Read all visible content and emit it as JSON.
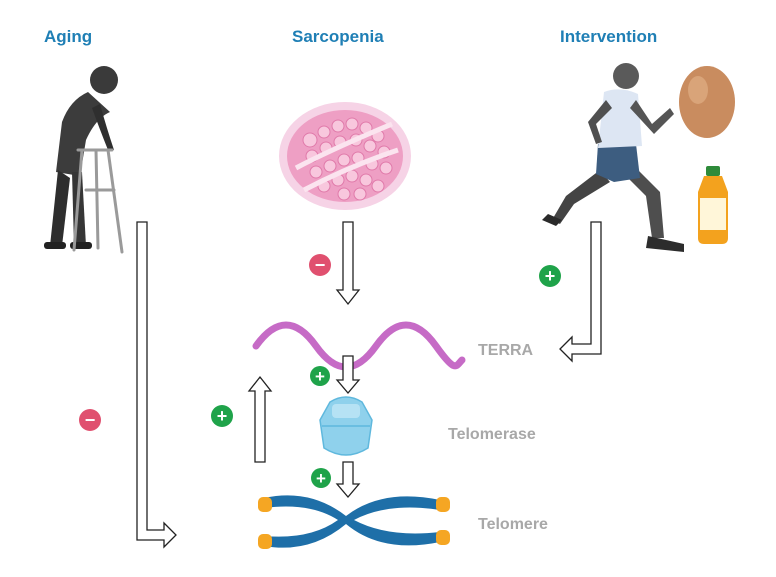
{
  "headers": {
    "aging": "Aging",
    "sarcopenia": "Sarcopenia",
    "intervention": "Intervention"
  },
  "labels": {
    "terra": "TERRA",
    "telomerase": "Telomerase",
    "telomere": "Telomere"
  },
  "signs": {
    "aging_effect": "−",
    "sarcopenia_effect": "−",
    "intervention_effect": "+",
    "terra_to_telomerase": "+",
    "telomerase_to_telomere": "+",
    "telomere_to_terra": "+"
  },
  "colors": {
    "header_text": "#1f7fb5",
    "label_text": "#a8a8a8",
    "negative_sign": "#e0506f",
    "positive_sign": "#1fa34a",
    "terra_wave": "#c66bc6",
    "telomere": "#1e6fa8",
    "telomere_caps": "#f5a623",
    "telomerase": "#8fd1ec",
    "muscle": "#f4c6dc"
  },
  "icons": [
    "elderly-with-walker-icon",
    "muscle-fiber-cross-section-icon",
    "runner-icon",
    "egg-icon",
    "juice-bottle-icon",
    "terra-rna-wave-icon",
    "telomerase-enzyme-icon",
    "chromosome-icon"
  ]
}
